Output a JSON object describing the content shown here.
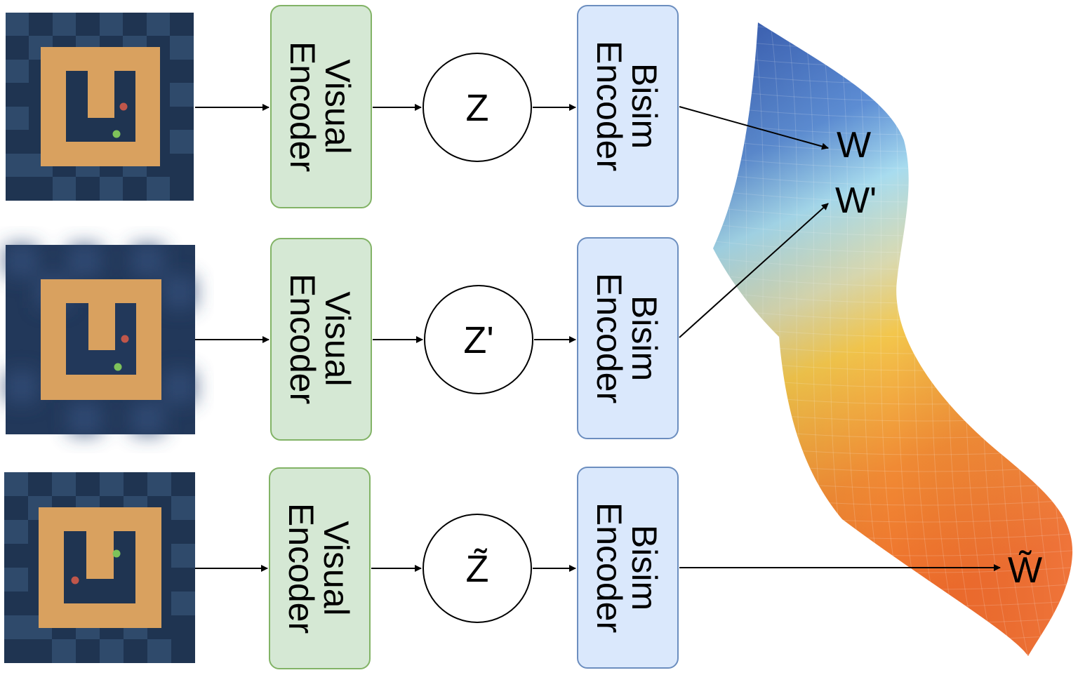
{
  "rows": [
    {
      "observation": "maze-checkered",
      "visual_encoder": {
        "line1": "Visual",
        "line2": "Encoder"
      },
      "latent": "Z",
      "bisim_encoder": {
        "line1": "Bisim",
        "line2": "Encoder"
      },
      "output": "W"
    },
    {
      "observation": "maze-blurred",
      "visual_encoder": {
        "line1": "Visual",
        "line2": "Encoder"
      },
      "latent": "Z'",
      "bisim_encoder": {
        "line1": "Bisim",
        "line2": "Encoder"
      },
      "output": "W'"
    },
    {
      "observation": "maze-checkered-swapped",
      "visual_encoder": {
        "line1": "Visual",
        "line2": "Encoder"
      },
      "latent": "Z̃",
      "bisim_encoder": {
        "line1": "Bisim",
        "line2": "Encoder"
      },
      "output": "W̃"
    }
  ],
  "colors": {
    "visual_encoder_fill": "#d5e8d4",
    "visual_encoder_stroke": "#82b366",
    "bisim_encoder_fill": "#dae8fc",
    "bisim_encoder_stroke": "#6c8ebf",
    "maze_dark": "#1f3451",
    "maze_light": "#2f4a6b",
    "maze_wall": "#d9a15f",
    "agent_red": "#c0564a",
    "goal_green": "#7ec25a",
    "surface_top": "#3b63b8",
    "surface_mid": "#a9dbef",
    "surface_low": "#f0b040",
    "surface_bottom": "#ef6a2e"
  }
}
